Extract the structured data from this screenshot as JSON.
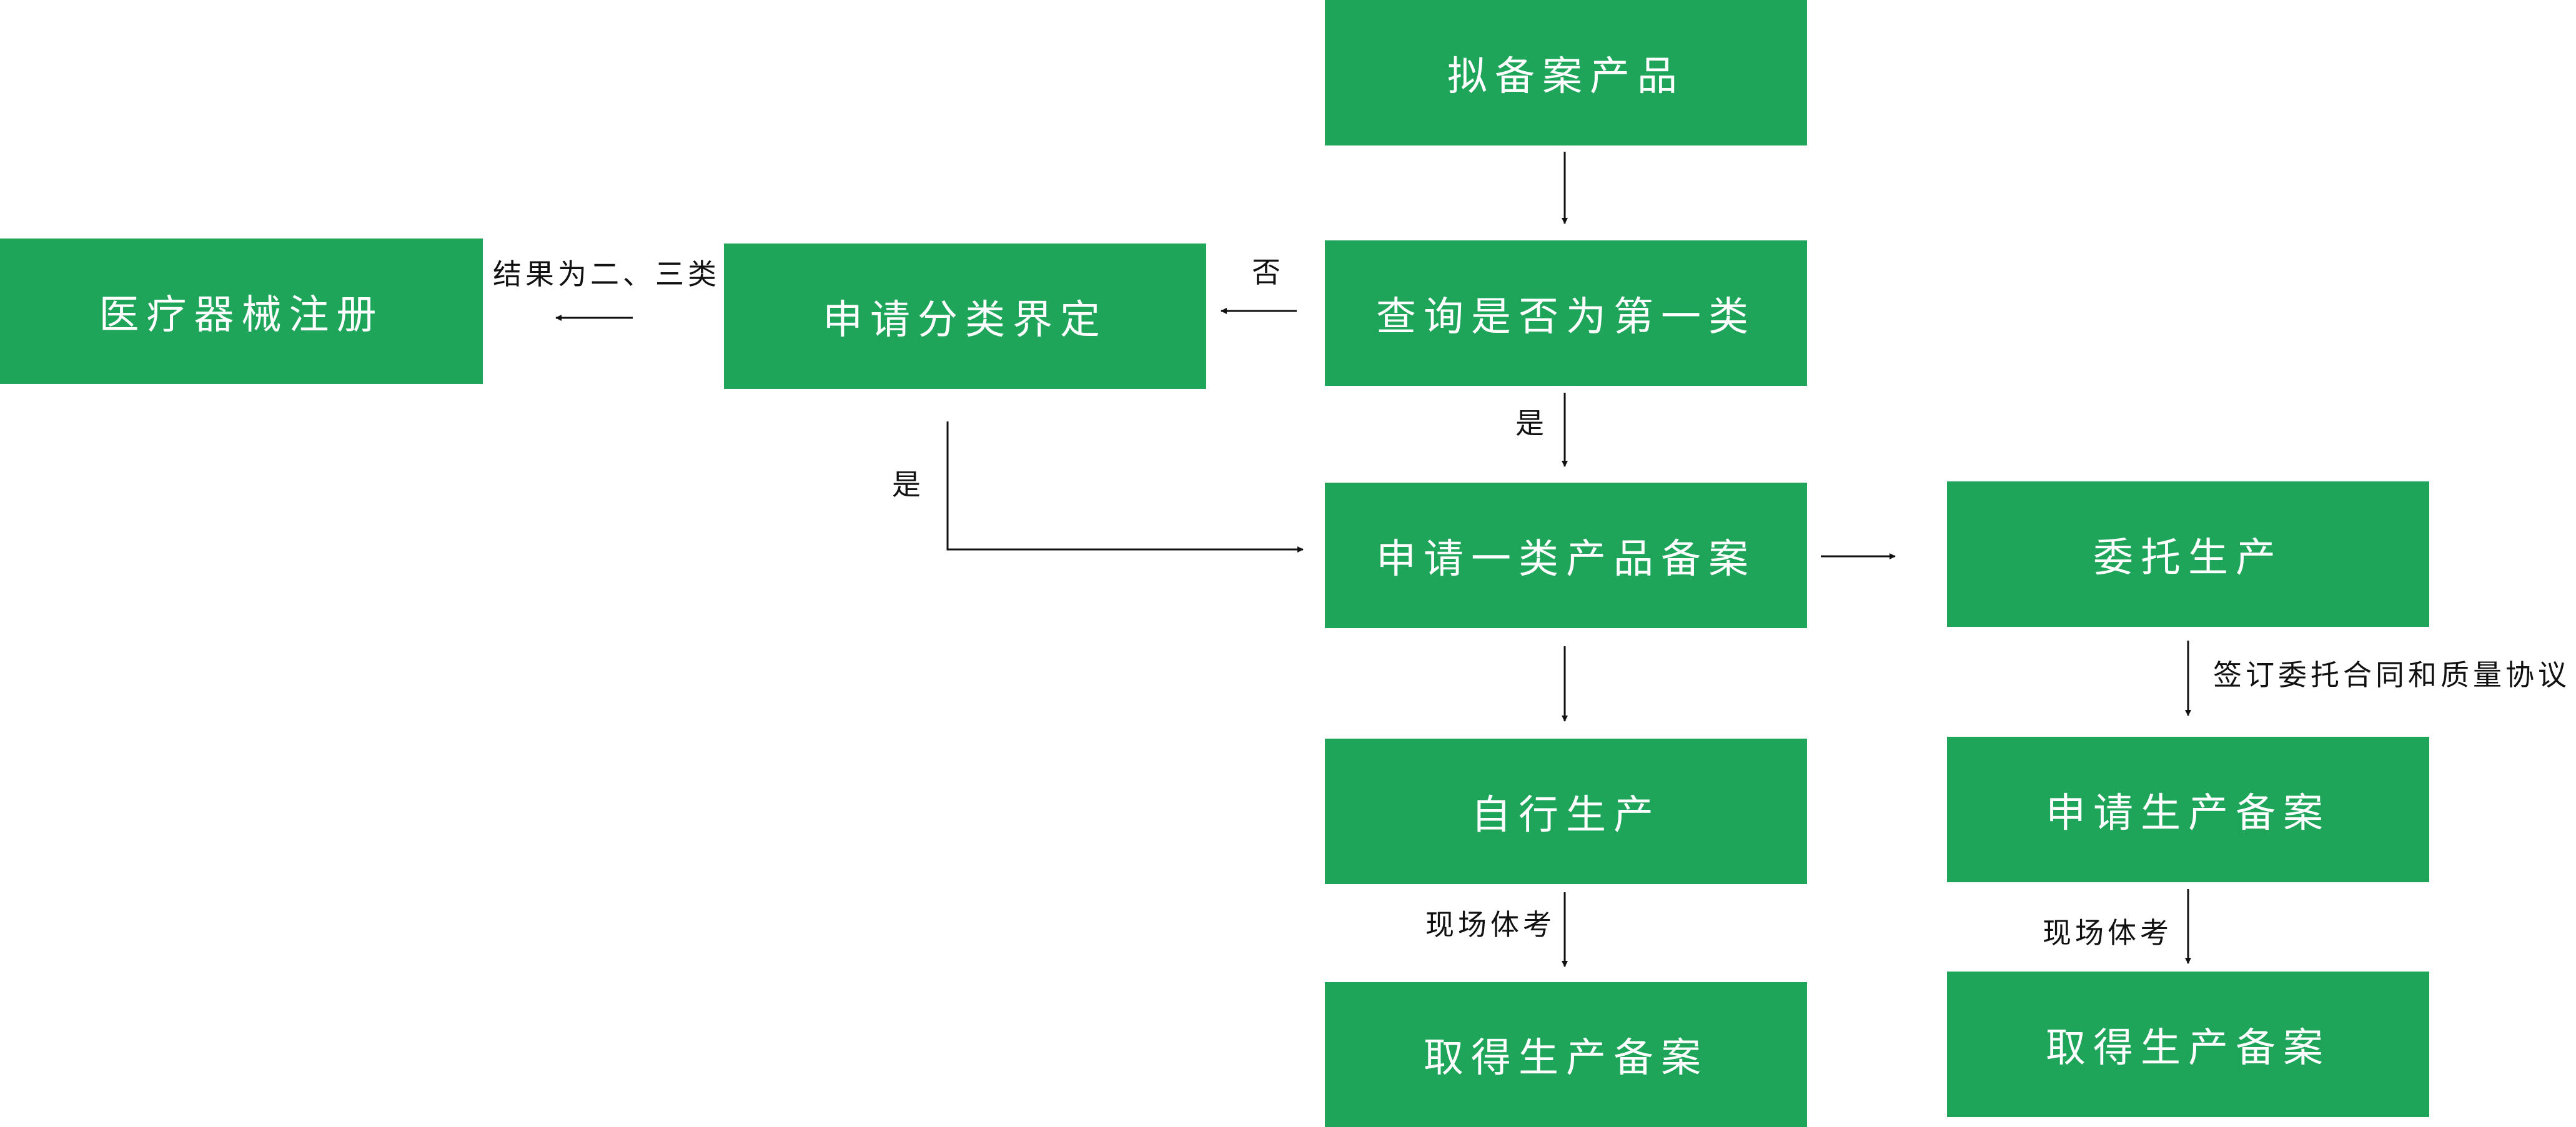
{
  "colors": {
    "box_fill": "#1fa55a",
    "box_text": "#ffffff",
    "line": "#111111",
    "label_text": "#111111"
  },
  "nodes": {
    "proposed_product": "拟备案产品",
    "query_class_one": "查询是否为第一类",
    "apply_classification": "申请分类界定",
    "device_registration": "医疗器械注册",
    "apply_class_one_filing": "申请一类产品备案",
    "entrusted_production": "委托生产",
    "self_production": "自行生产",
    "apply_production_filing": "申请生产备案",
    "obtain_filing_left": "取得生产备案",
    "obtain_filing_right": "取得生产备案"
  },
  "edge_labels": {
    "no": "否",
    "yes_down": "是",
    "yes_classification": "是",
    "result_two_three": "结果为二、三类",
    "sign_contract": "签订委托合同和质量协议",
    "onsite_inspection_left": "现场体考",
    "onsite_inspection_right": "现场体考"
  }
}
